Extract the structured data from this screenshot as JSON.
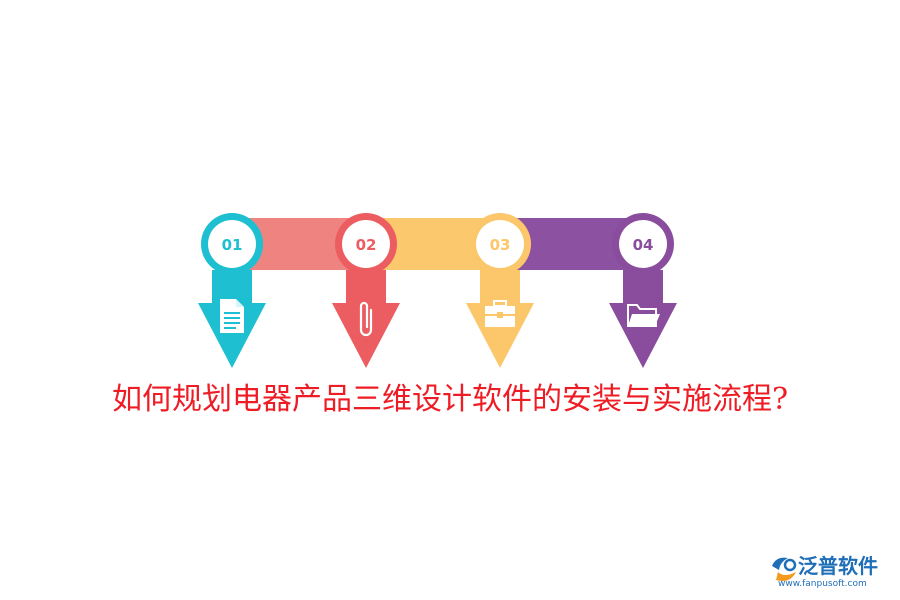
{
  "diagram": {
    "title": "如何规划电器产品三维设计软件的安装与实施流程?",
    "title_color": "#ee1c24",
    "steps": [
      {
        "number": "01",
        "color": "#1ebfd1",
        "icon": "document-icon"
      },
      {
        "number": "02",
        "color": "#ec5d61",
        "icon": "paperclip-icon"
      },
      {
        "number": "03",
        "color": "#fbc76a",
        "icon": "briefcase-icon"
      },
      {
        "number": "04",
        "color": "#8a4d9e",
        "icon": "folder-icon"
      }
    ],
    "connector_colors": [
      "#ef8380",
      "#fcc86d",
      "#8d51a1"
    ]
  },
  "brand": {
    "name": "泛普软件",
    "url": "www.fanpusoft.com",
    "name_color": "#1f6eb8",
    "url_color": "#1f6eb8",
    "logo_colors": [
      "#1f6eb8",
      "#f39a1f"
    ]
  }
}
